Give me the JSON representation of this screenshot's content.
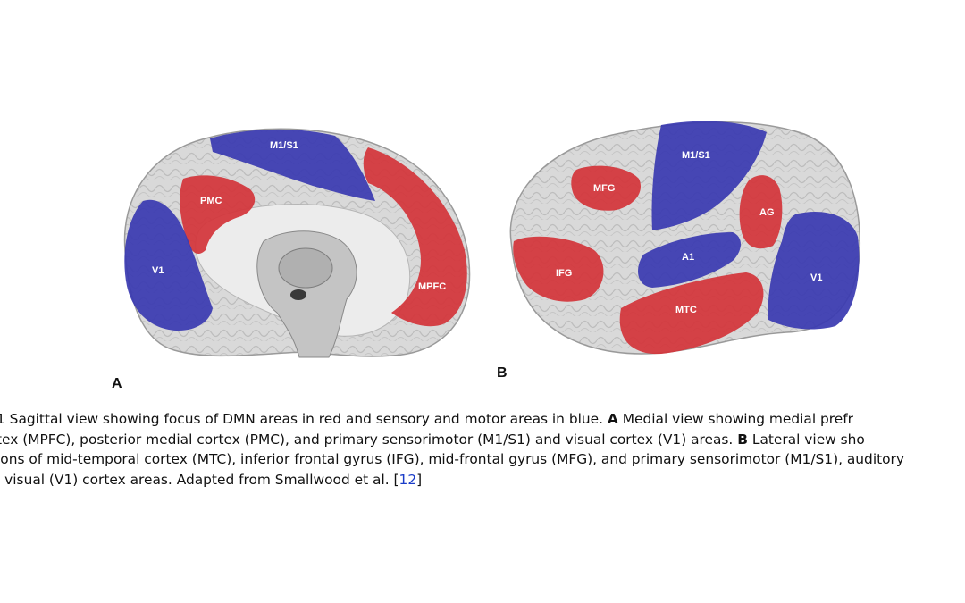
{
  "figure": {
    "panel_a": {
      "letter": "A",
      "regions": {
        "m1s1": "M1/S1",
        "pmc": "PMC",
        "v1": "V1",
        "mpfc": "MPFC"
      }
    },
    "panel_b": {
      "letter": "B",
      "regions": {
        "m1s1": "M1/S1",
        "mfg": "MFG",
        "ag": "AG",
        "a1": "A1",
        "ifg": "IFG",
        "v1": "V1",
        "mtc": "MTC"
      }
    },
    "colors": {
      "dmn_red": "#d3353a",
      "sensory_blue": "#3a3ab0",
      "cortex_gray": "#d8d8d8"
    }
  },
  "caption": {
    "line1_a": "1  Sagittal view showing focus of DMN areas in red and sensory and motor areas in blue.",
    "line1_b": "A",
    "line1_c": "Medial view showing medial prefr",
    "line2_a": "tex (MPFC), posterior medial cortex (PMC), and primary sensorimotor (M1/S1) and visual cortex (V1) areas.",
    "line2_b": "B",
    "line2_c": "Lateral view sho",
    "line3": "ions of mid-temporal cortex (MTC), inferior frontal gyrus (IFG), mid-frontal gyrus (MFG), and primary sensorimotor (M1/S1), auditory",
    "line4_a": "l visual (V1) cortex areas.  Adapted from Smallwood et al. [",
    "line4_ref": "12",
    "line4_b": "]"
  }
}
